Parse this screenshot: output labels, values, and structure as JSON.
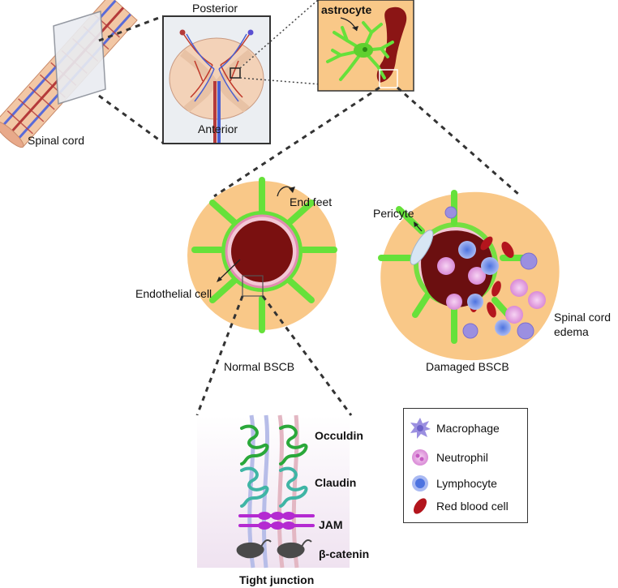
{
  "labels": {
    "spinal_cord": "Spinal cord",
    "posterior": "Posterior",
    "anterior": "Anterior",
    "astrocyte": "astrocyte",
    "end_feet": "End feet",
    "pericyte": "Pericyte",
    "endothelial_cell": "Endothelial cell",
    "spinal_cord_edema_line1": "Spinal cord",
    "spinal_cord_edema_line2": "edema",
    "normal_bscb": "Normal BSCB",
    "damaged_bscb": "Damaged BSCB",
    "tight_junction": "Tight junction"
  },
  "junction_proteins": {
    "occludin": "Occuldin",
    "claudin": "Claudin",
    "jam": "JAM",
    "beta_catenin": "β-catenin"
  },
  "legend": {
    "items": [
      {
        "label": "Macrophage",
        "icon": "macrophage-icon",
        "color": "#9b8fe0"
      },
      {
        "label": "Neutrophil",
        "icon": "neutrophil-icon",
        "color": "#e9a6e6"
      },
      {
        "label": "Lymphocyte",
        "icon": "lymphocyte-icon",
        "color": "#6f8fe6"
      },
      {
        "label": "Red blood cell",
        "icon": "red-blood-cell-icon",
        "color": "#b3151d"
      }
    ]
  },
  "colors": {
    "tissue": "#f9c888",
    "astrocyte_green": "#66e13a",
    "vessel_red": "#7a1010",
    "endothelium_pink": "#e8a4c0",
    "occludin_green": "#2aa83a",
    "claudin_teal": "#3fb5a5",
    "jam_purple": "#b42ad1",
    "catenin_gray": "#4a4a4a"
  }
}
